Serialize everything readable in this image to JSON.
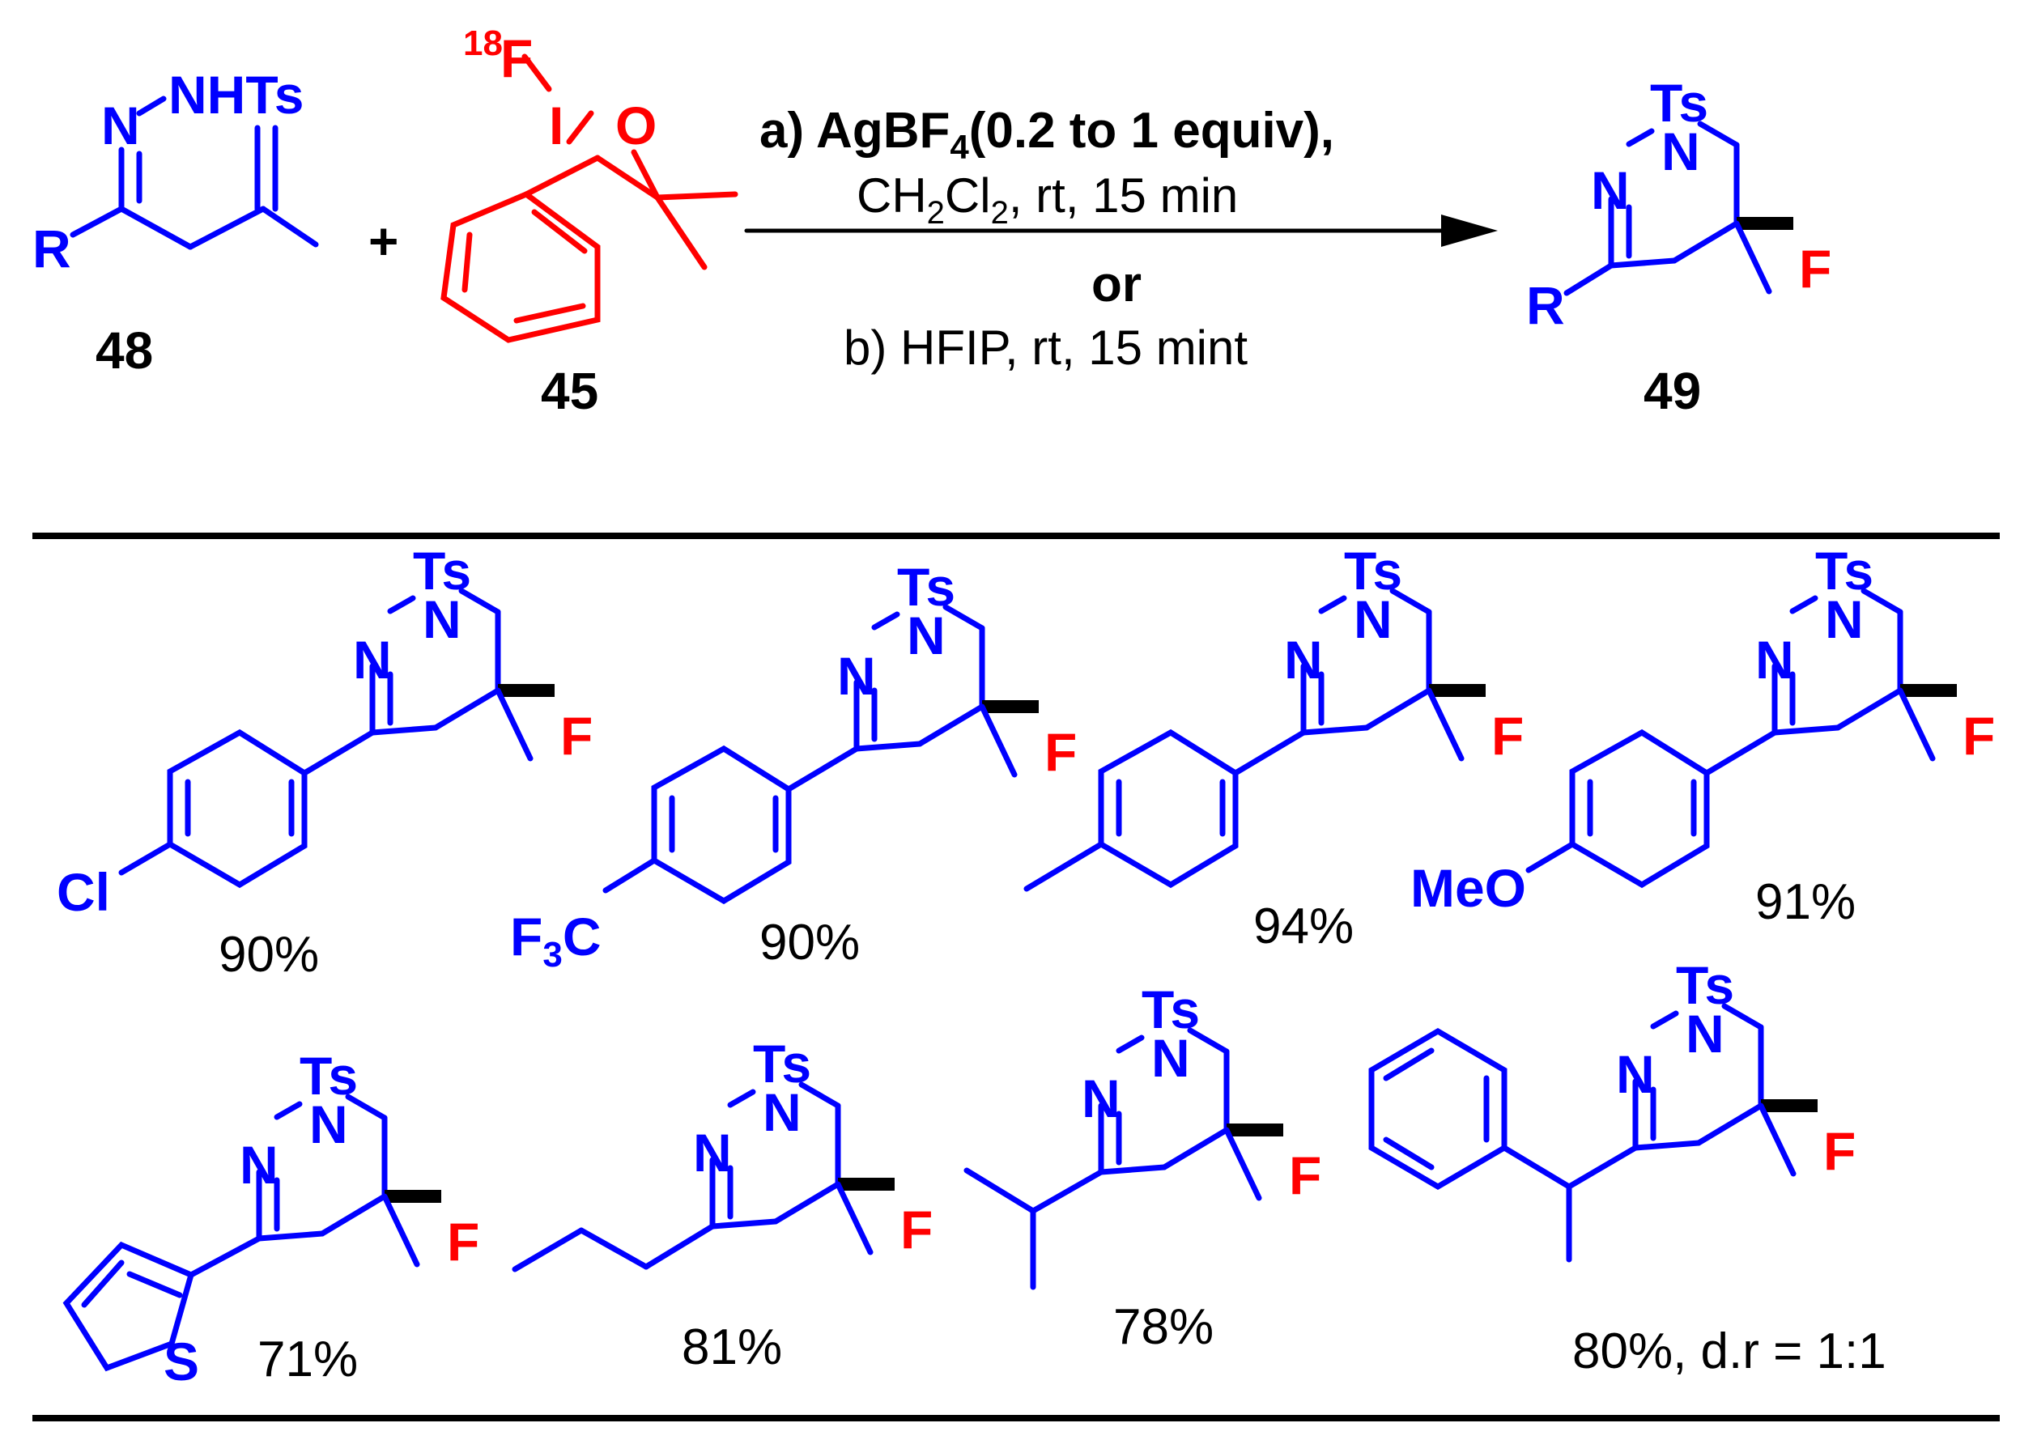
{
  "colors": {
    "substrate": "#0000ff",
    "reagent": "#ff0000",
    "text": "#000000"
  },
  "reaction": {
    "substrate": {
      "label": "48",
      "atoms": {
        "r": "R",
        "n": "N",
        "nh": "NHTs"
      }
    },
    "plus": "+",
    "reagent": {
      "label": "45",
      "atoms": {
        "iso": "18",
        "f": "F",
        "i": "I",
        "o": "O"
      }
    },
    "product": {
      "label": "49",
      "atoms": {
        "ts": "Ts",
        "n1": "N",
        "n2": "N",
        "r": "R",
        "f": "F"
      }
    },
    "conditions": {
      "a_pre": "a) AgBF",
      "a_sub": "4",
      "a_post": "(0.2 to 1 equiv),",
      "a2_pre": "CH",
      "a2_sub1": "2",
      "a2_mid": "Cl",
      "a2_sub2": "2",
      "a2_post": ", rt, 15 min",
      "or": "or",
      "b": "b) HFIP, rt, 15 mint"
    }
  },
  "ring_atoms": {
    "ts": "Ts",
    "n": "N",
    "f": "F"
  },
  "substituent_labels": {
    "cl": "Cl",
    "cf3_a": "F",
    "cf3_sub": "3",
    "cf3_b": "C",
    "meo": "MeO",
    "s": "S"
  },
  "examples": [
    {
      "substituent": "4-chlorophenyl",
      "yield": "90%"
    },
    {
      "substituent": "4-(trifluoromethyl)phenyl",
      "yield": "90%"
    },
    {
      "substituent": "4-methylphenyl",
      "yield": "94%"
    },
    {
      "substituent": "4-methoxyphenyl",
      "yield": "91%"
    },
    {
      "substituent": "2-thienyl",
      "yield": "71%"
    },
    {
      "substituent": "n-propyl",
      "yield": "81%"
    },
    {
      "substituent": "isopropyl",
      "yield": "78%"
    },
    {
      "substituent": "1-phenylethyl",
      "yield": "80%, d.r = 1:1"
    }
  ]
}
